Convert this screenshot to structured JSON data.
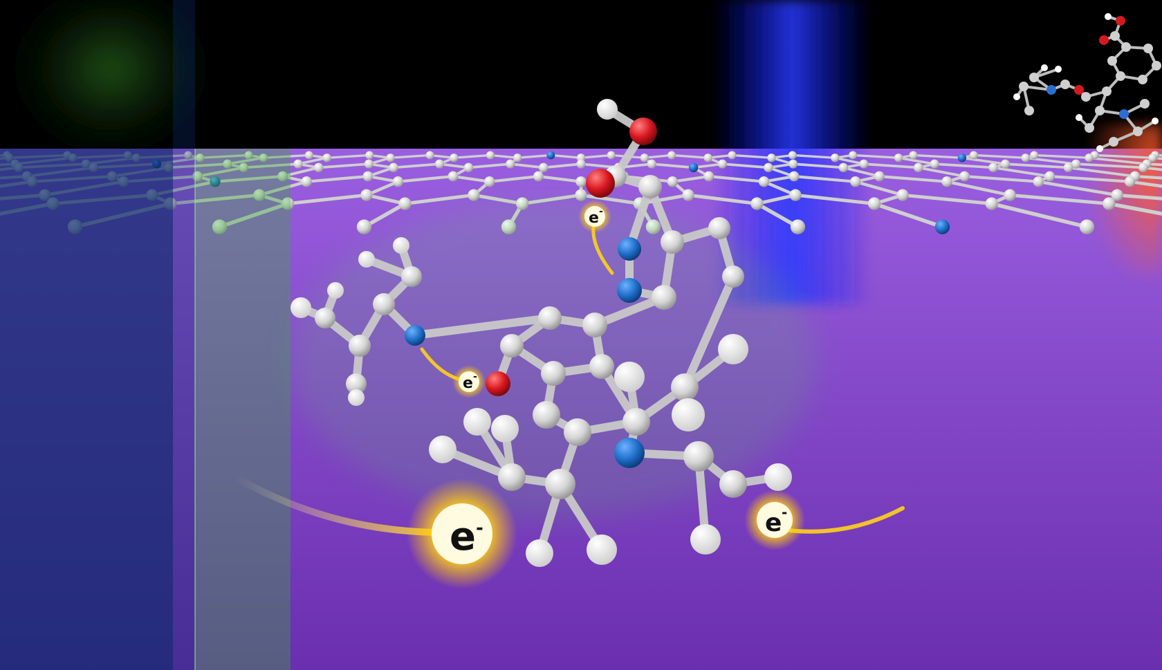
{
  "labels": {
    "electron_large": "e",
    "electron_medium": "e",
    "electron_small_1": "e",
    "electron_small_2": "e",
    "charge_sign": "-"
  },
  "colors": {
    "background": "#000000",
    "surface": "#7b3fbf",
    "carbon": "#d9d9d9",
    "nitrogen": "#1f6fc9",
    "oxygen": "#d8161f",
    "hydrogen": "#ffffff",
    "electron_glow": "#ffd21a",
    "green_glow": "#4fe04f",
    "blue_beam": "#2233ff",
    "red_glow": "#ff5a2a"
  }
}
